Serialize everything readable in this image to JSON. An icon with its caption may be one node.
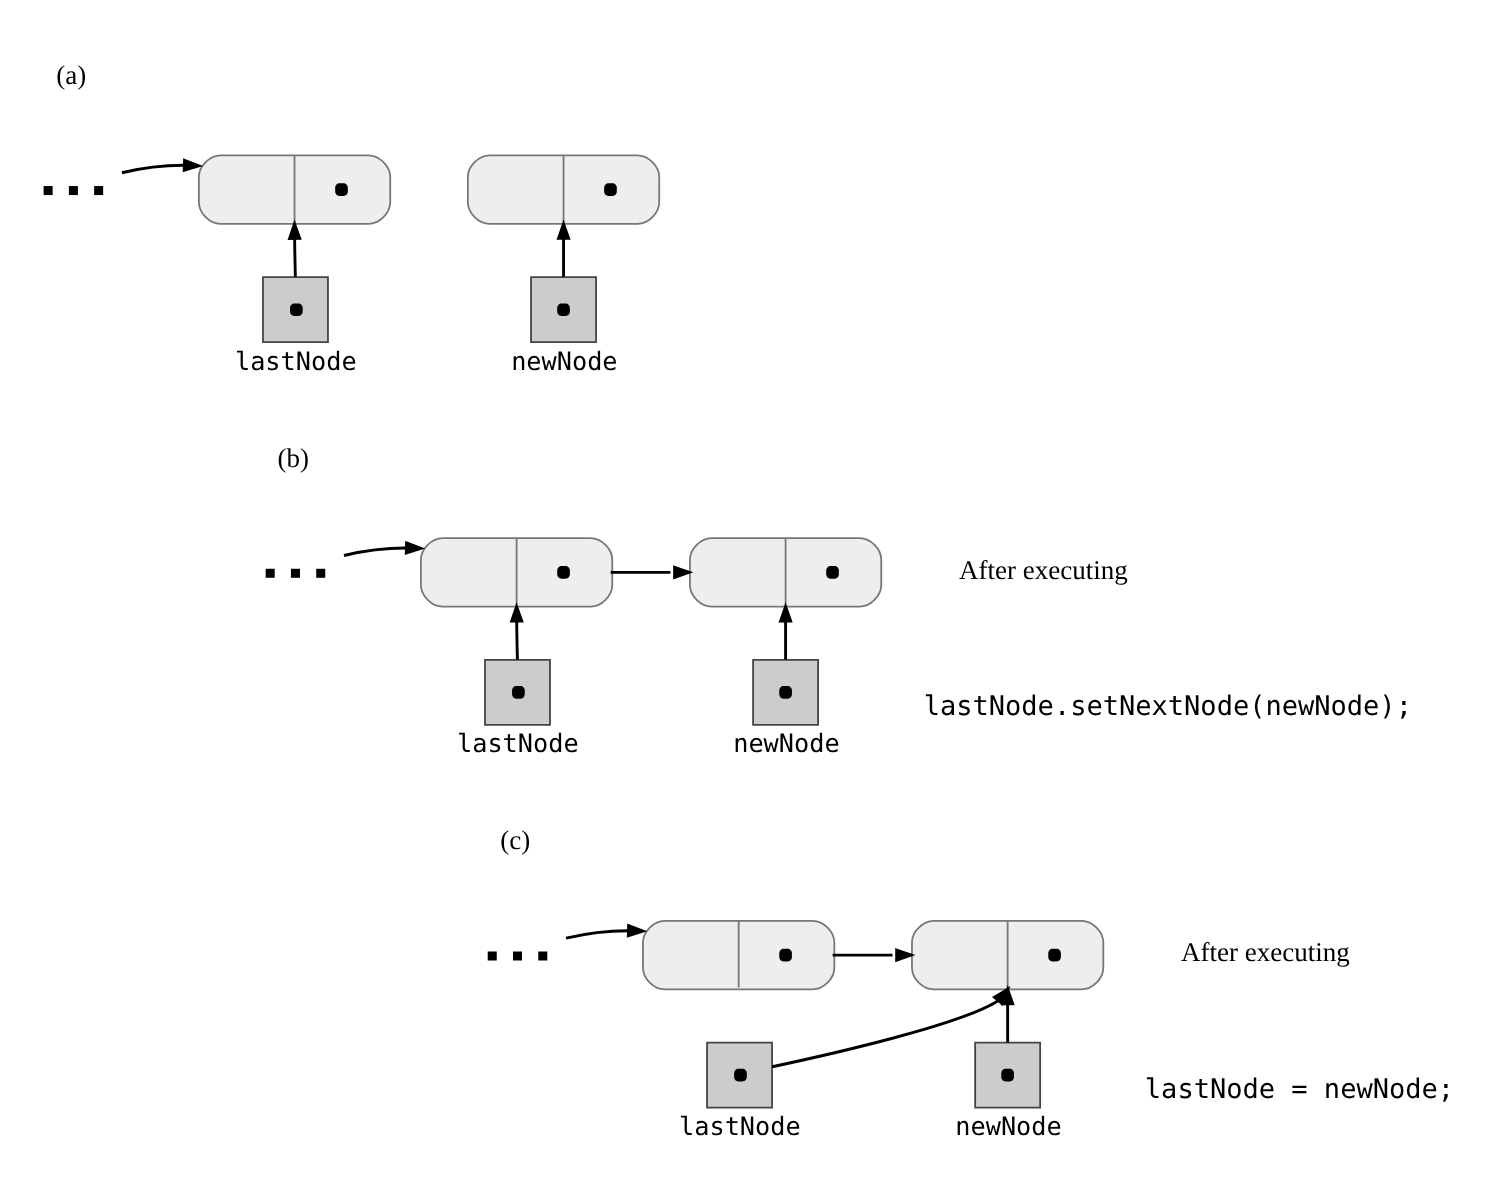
{
  "diagram": {
    "nodes": [
      {
        "text": [],
        "shape": "dots"
      },
      {
        "text": [],
        "shape": "capsule"
      },
      {
        "text": [],
        "shape": "capsule"
      },
      {
        "text": [],
        "shape": "box",
        "beside": [
          "lastNode"
        ]
      },
      {
        "text": [],
        "shape": "box",
        "beside": [
          "newNode"
        ]
      },
      {
        "text": [],
        "shape": "dots"
      },
      {
        "text": [],
        "shape": "capsule"
      },
      {
        "text": [],
        "shape": "capsule"
      },
      {
        "text": [],
        "shape": "box",
        "beside": [
          "lastNode"
        ]
      },
      {
        "text": [],
        "shape": "box",
        "beside": [
          "newNode"
        ]
      },
      {
        "text": [],
        "shape": "dots"
      },
      {
        "text": [],
        "shape": "capsule"
      },
      {
        "text": [],
        "shape": "capsule"
      },
      {
        "text": [],
        "shape": "box",
        "beside": [
          "lastNode"
        ]
      },
      {
        "text": [],
        "shape": "box",
        "beside": [
          "newNode"
        ]
      }
    ],
    "edges": [
      {
        "from": 0,
        "to": 1,
        "arrow": "to"
      },
      {
        "from": 3,
        "to": 1,
        "arrow": "to"
      },
      {
        "from": 4,
        "to": 2,
        "arrow": "to"
      },
      {
        "from": 5,
        "to": 6,
        "arrow": "to"
      },
      {
        "from": 6,
        "to": 7,
        "arrow": "to"
      },
      {
        "from": 8,
        "to": 6,
        "arrow": "to"
      },
      {
        "from": 9,
        "to": 7,
        "arrow": "to"
      },
      {
        "from": 10,
        "to": 11,
        "arrow": "to"
      },
      {
        "from": 11,
        "to": 12,
        "arrow": "to"
      },
      {
        "from": 13,
        "to": 12,
        "arrow": "to"
      },
      {
        "from": 14,
        "to": 12,
        "arrow": "to"
      }
    ],
    "labels": [
      "(a)",
      "(b)",
      "After executing",
      "lastNode.setNextNode(newNode);",
      "(c)",
      "After executing",
      "lastNode = newNode;"
    ]
  }
}
